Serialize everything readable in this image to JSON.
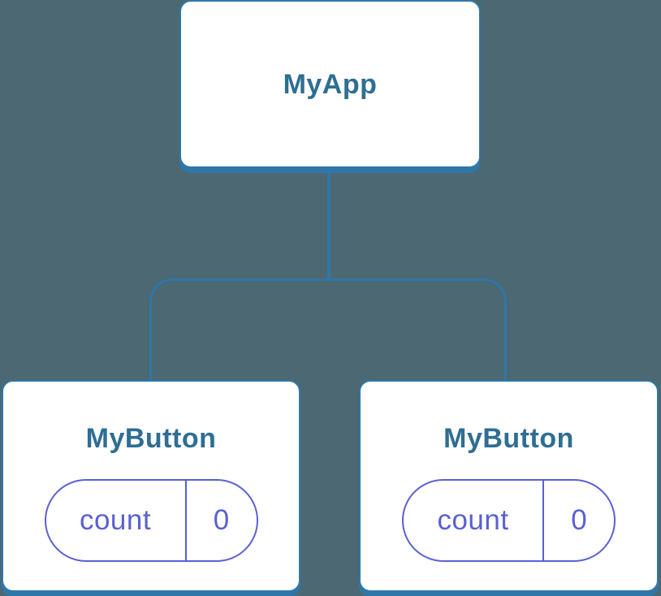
{
  "colors": {
    "background": "#4C6873",
    "node-background": "#FFFFFF",
    "connector": "#2F77A8",
    "node-title": "#2E6E93",
    "state": "#5A61D2"
  },
  "tree": {
    "root": {
      "label": "MyApp"
    },
    "children": [
      {
        "label": "MyButton",
        "state": {
          "name": "count",
          "value": "0"
        }
      },
      {
        "label": "MyButton",
        "state": {
          "name": "count",
          "value": "0"
        }
      }
    ]
  }
}
